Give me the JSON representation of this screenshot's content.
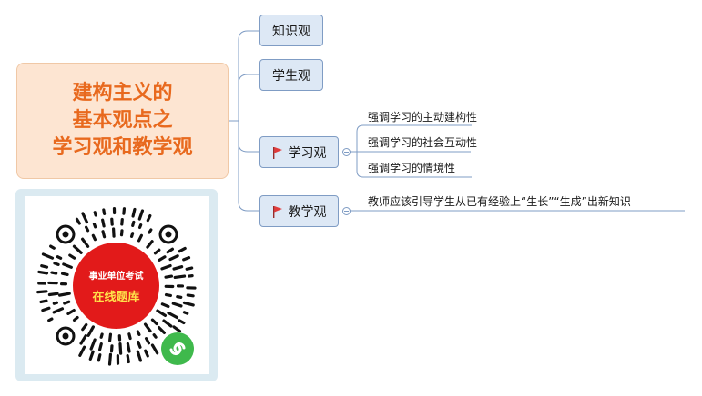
{
  "root": {
    "lines": [
      "建构主义的",
      "基本观点之",
      "学习观和教学观"
    ]
  },
  "branches": {
    "knowledge": "知识观",
    "student": "学生观",
    "learning": "学习观",
    "teaching": "教学观"
  },
  "learning_items": [
    "强调学习的主动建构性",
    "强调学习的社会互动性",
    "强调学习的情境性"
  ],
  "teaching_items": [
    "教师应该引导学生从已有经验上“生长”“生成”出新知识"
  ],
  "qr": {
    "line1": "事业单位考试",
    "line2": "在线题库"
  },
  "colors": {
    "root_text": "#e8691e",
    "root_fill": "#fde5d2",
    "node_fill": "#dde8f5",
    "node_border": "#7f9cc4",
    "flag": "#e23a3a",
    "qr_badge": "#e21a1a",
    "qr_badge_text": "#ffe14a",
    "miniprogram": "#3fb94c"
  }
}
